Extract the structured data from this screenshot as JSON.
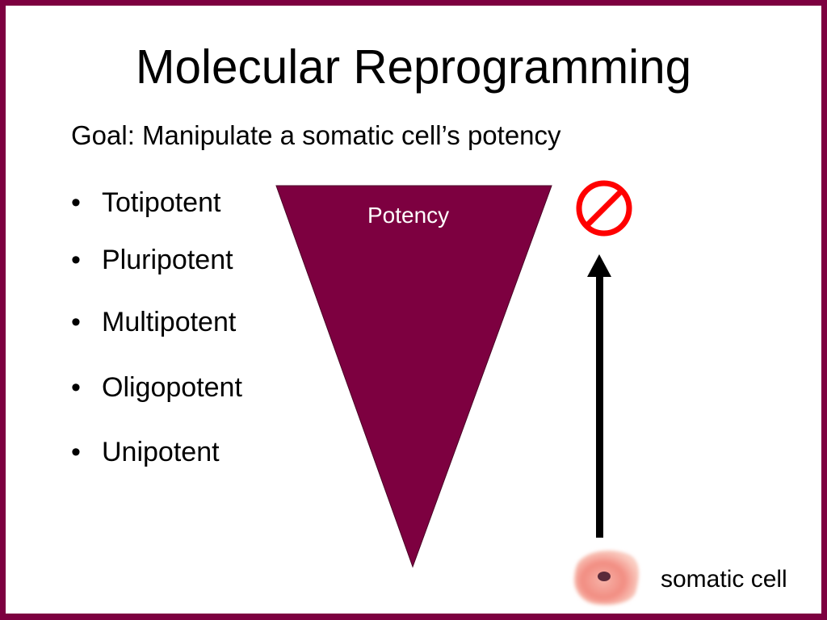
{
  "slide": {
    "title": "Molecular Reprogramming",
    "goal": "Goal: Manipulate a somatic cell’s potency",
    "bullet_glyph": "•",
    "bullets": [
      {
        "label": "Totipotent"
      },
      {
        "label": "Pluripotent"
      },
      {
        "label": "Multipotent"
      },
      {
        "label": "Oligopotent"
      },
      {
        "label": "Unipotent"
      }
    ],
    "triangle_label": "Potency",
    "cell_label": "somatic cell",
    "icons": {
      "prohibited": "no-entry-symbol",
      "arrow": "up-arrow",
      "cell": "somatic-cell-illustration"
    },
    "colors": {
      "frame": "#7d0040",
      "triangle": "#7d0040",
      "prohibit": "#ff0000",
      "cell": "#f08a80",
      "nucleus": "#5a2a3a"
    }
  }
}
